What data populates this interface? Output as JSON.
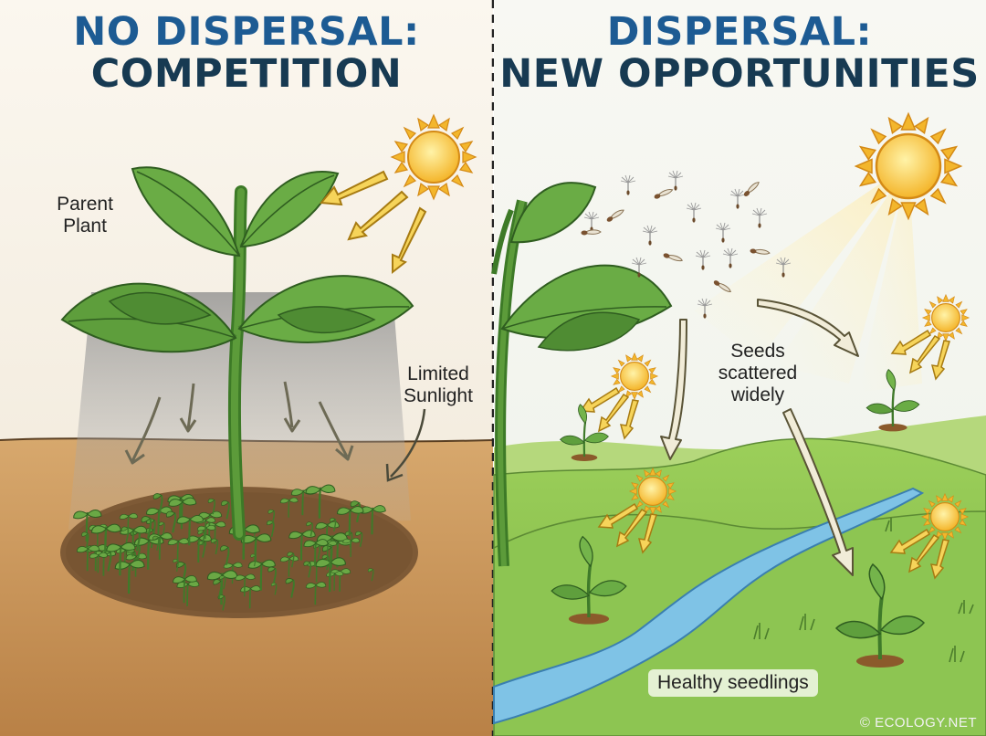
{
  "panels": {
    "left": {
      "title_line1": "NO DISPERSAL:",
      "title_line2": "COMPETITION",
      "parent_plant_label": "Parent\nPlant",
      "limited_sunlight_label": "Limited\nSunlight"
    },
    "right": {
      "title_line1": "DISPERSAL:",
      "title_line2": "NEW OPPORTUNITIES",
      "seeds_label": "Seeds\nscattered\nwidely",
      "seedlings_label": "Healthy seedlings"
    }
  },
  "credit": "© ECOLOGY.NET",
  "colors": {
    "title_accent": "#1d5b93",
    "title_dark": "#173a52",
    "leaf": "#5a9a3c",
    "soil": "#c8955a",
    "grass": "#8cc24a",
    "river": "#7fc3e6",
    "sun": "#f6c93a"
  },
  "icons": [
    "sun-icon",
    "seed-icon",
    "dandelion-seed-icon",
    "seedling-icon",
    "arrow-icon"
  ]
}
